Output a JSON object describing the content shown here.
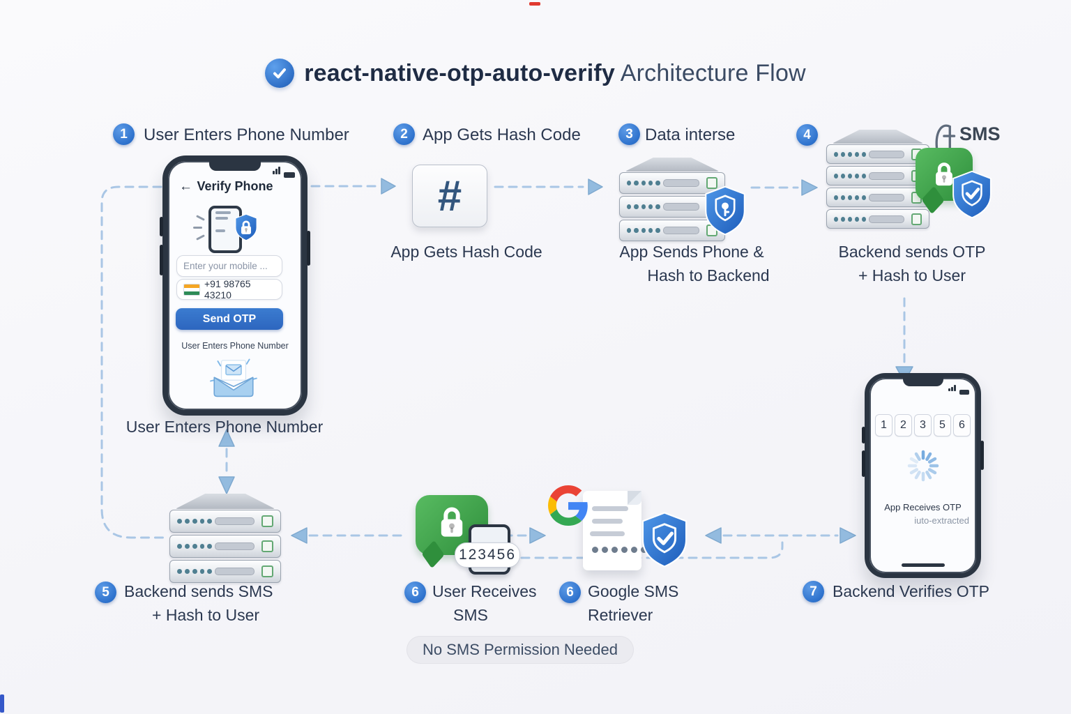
{
  "title": {
    "package": "react-native-otp-auto-verify",
    "suffix": "Architecture Flow"
  },
  "steps": {
    "step1": {
      "number": "1",
      "heading": "User Enters Phone Number",
      "caption": "User Enters Phone Number"
    },
    "step2": {
      "number": "2",
      "heading": "App Gets Hash Code",
      "hash_symbol": "#",
      "caption": "App Gets Hash Code"
    },
    "step3": {
      "number": "3",
      "heading": "Data interse",
      "caption1": "App Sends Phone &",
      "caption2": "Hash to Backend"
    },
    "step4": {
      "number": "4",
      "sms_label": "SMS",
      "caption1": "Backend sends OTP",
      "caption2": "+ Hash to User"
    },
    "step5": {
      "number": "5",
      "caption1": "Backend sends SMS",
      "caption2": "+ Hash to User"
    },
    "step6_sms": {
      "number": "6",
      "caption1": "User Receives",
      "caption2": "SMS",
      "otp_code": "123456"
    },
    "step6_google": {
      "number": "6",
      "caption1": "Google SMS",
      "caption2": "Retriever"
    },
    "step7": {
      "number": "7",
      "caption": "Backend Verifies OTP"
    }
  },
  "phone_entry": {
    "back_arrow": "←",
    "header": "Verify Phone",
    "input_placeholder": "Enter your mobile ...",
    "phone_number": "+91 98765 43210",
    "send_button": "Send OTP",
    "note": "User Enters Phone Number"
  },
  "phone_otp": {
    "digits": [
      "1",
      "2",
      "3",
      "5",
      "6"
    ],
    "status_line1": "App Receives OTP",
    "status_line2": "iuto-extracted"
  },
  "footer": {
    "badge": "No SMS Permission Needed"
  },
  "colors": {
    "accent_blue": "#2f72cd",
    "dash_blue": "#a9c6e5",
    "sms_green": "#3da04b",
    "shield_blue": "#2a6fd0",
    "text_dark": "#2b3850"
  }
}
